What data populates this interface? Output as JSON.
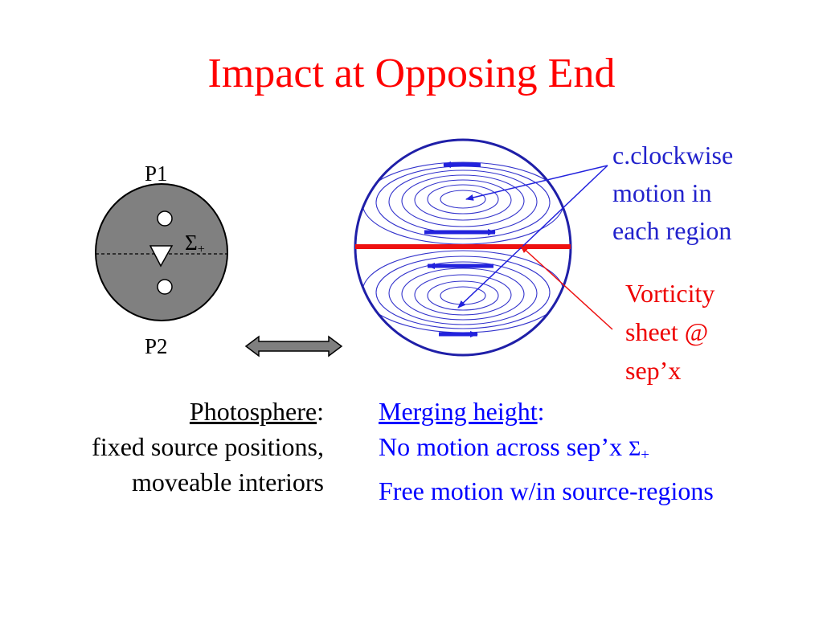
{
  "slide": {
    "title": "Impact at Opposing End"
  },
  "left_diagram": {
    "p1_label": "P1",
    "p2_label": "P2",
    "sigma_symbol": "Σ",
    "sigma_subscript": "+"
  },
  "right_diagram": {
    "ccw_note": [
      "c.clockwise",
      "motion in",
      "each region"
    ],
    "vorticity_note": [
      "Vorticity",
      "sheet @",
      "sep’x"
    ]
  },
  "left_caption": {
    "heading": "Photosphere",
    "heading_punct": ":",
    "line1": "fixed source positions,",
    "line2": "moveable interiors"
  },
  "right_caption": {
    "heading": "Merging height",
    "heading_punct": ":",
    "line1": "No motion across sep’x ",
    "line1_sigma": "Σ",
    "line1_sub": "+",
    "line2": "Free motion w/in source-regions"
  },
  "colors": {
    "title": "#ff0000",
    "blue_text": "#2222cc",
    "caption_blue": "#0000ff",
    "red_text": "#ee0000",
    "photosphere_fill": "#808080",
    "contour": "#3333cc",
    "separatrix": "#ee1111",
    "double_arrow_fill": "#7f7f7f"
  }
}
